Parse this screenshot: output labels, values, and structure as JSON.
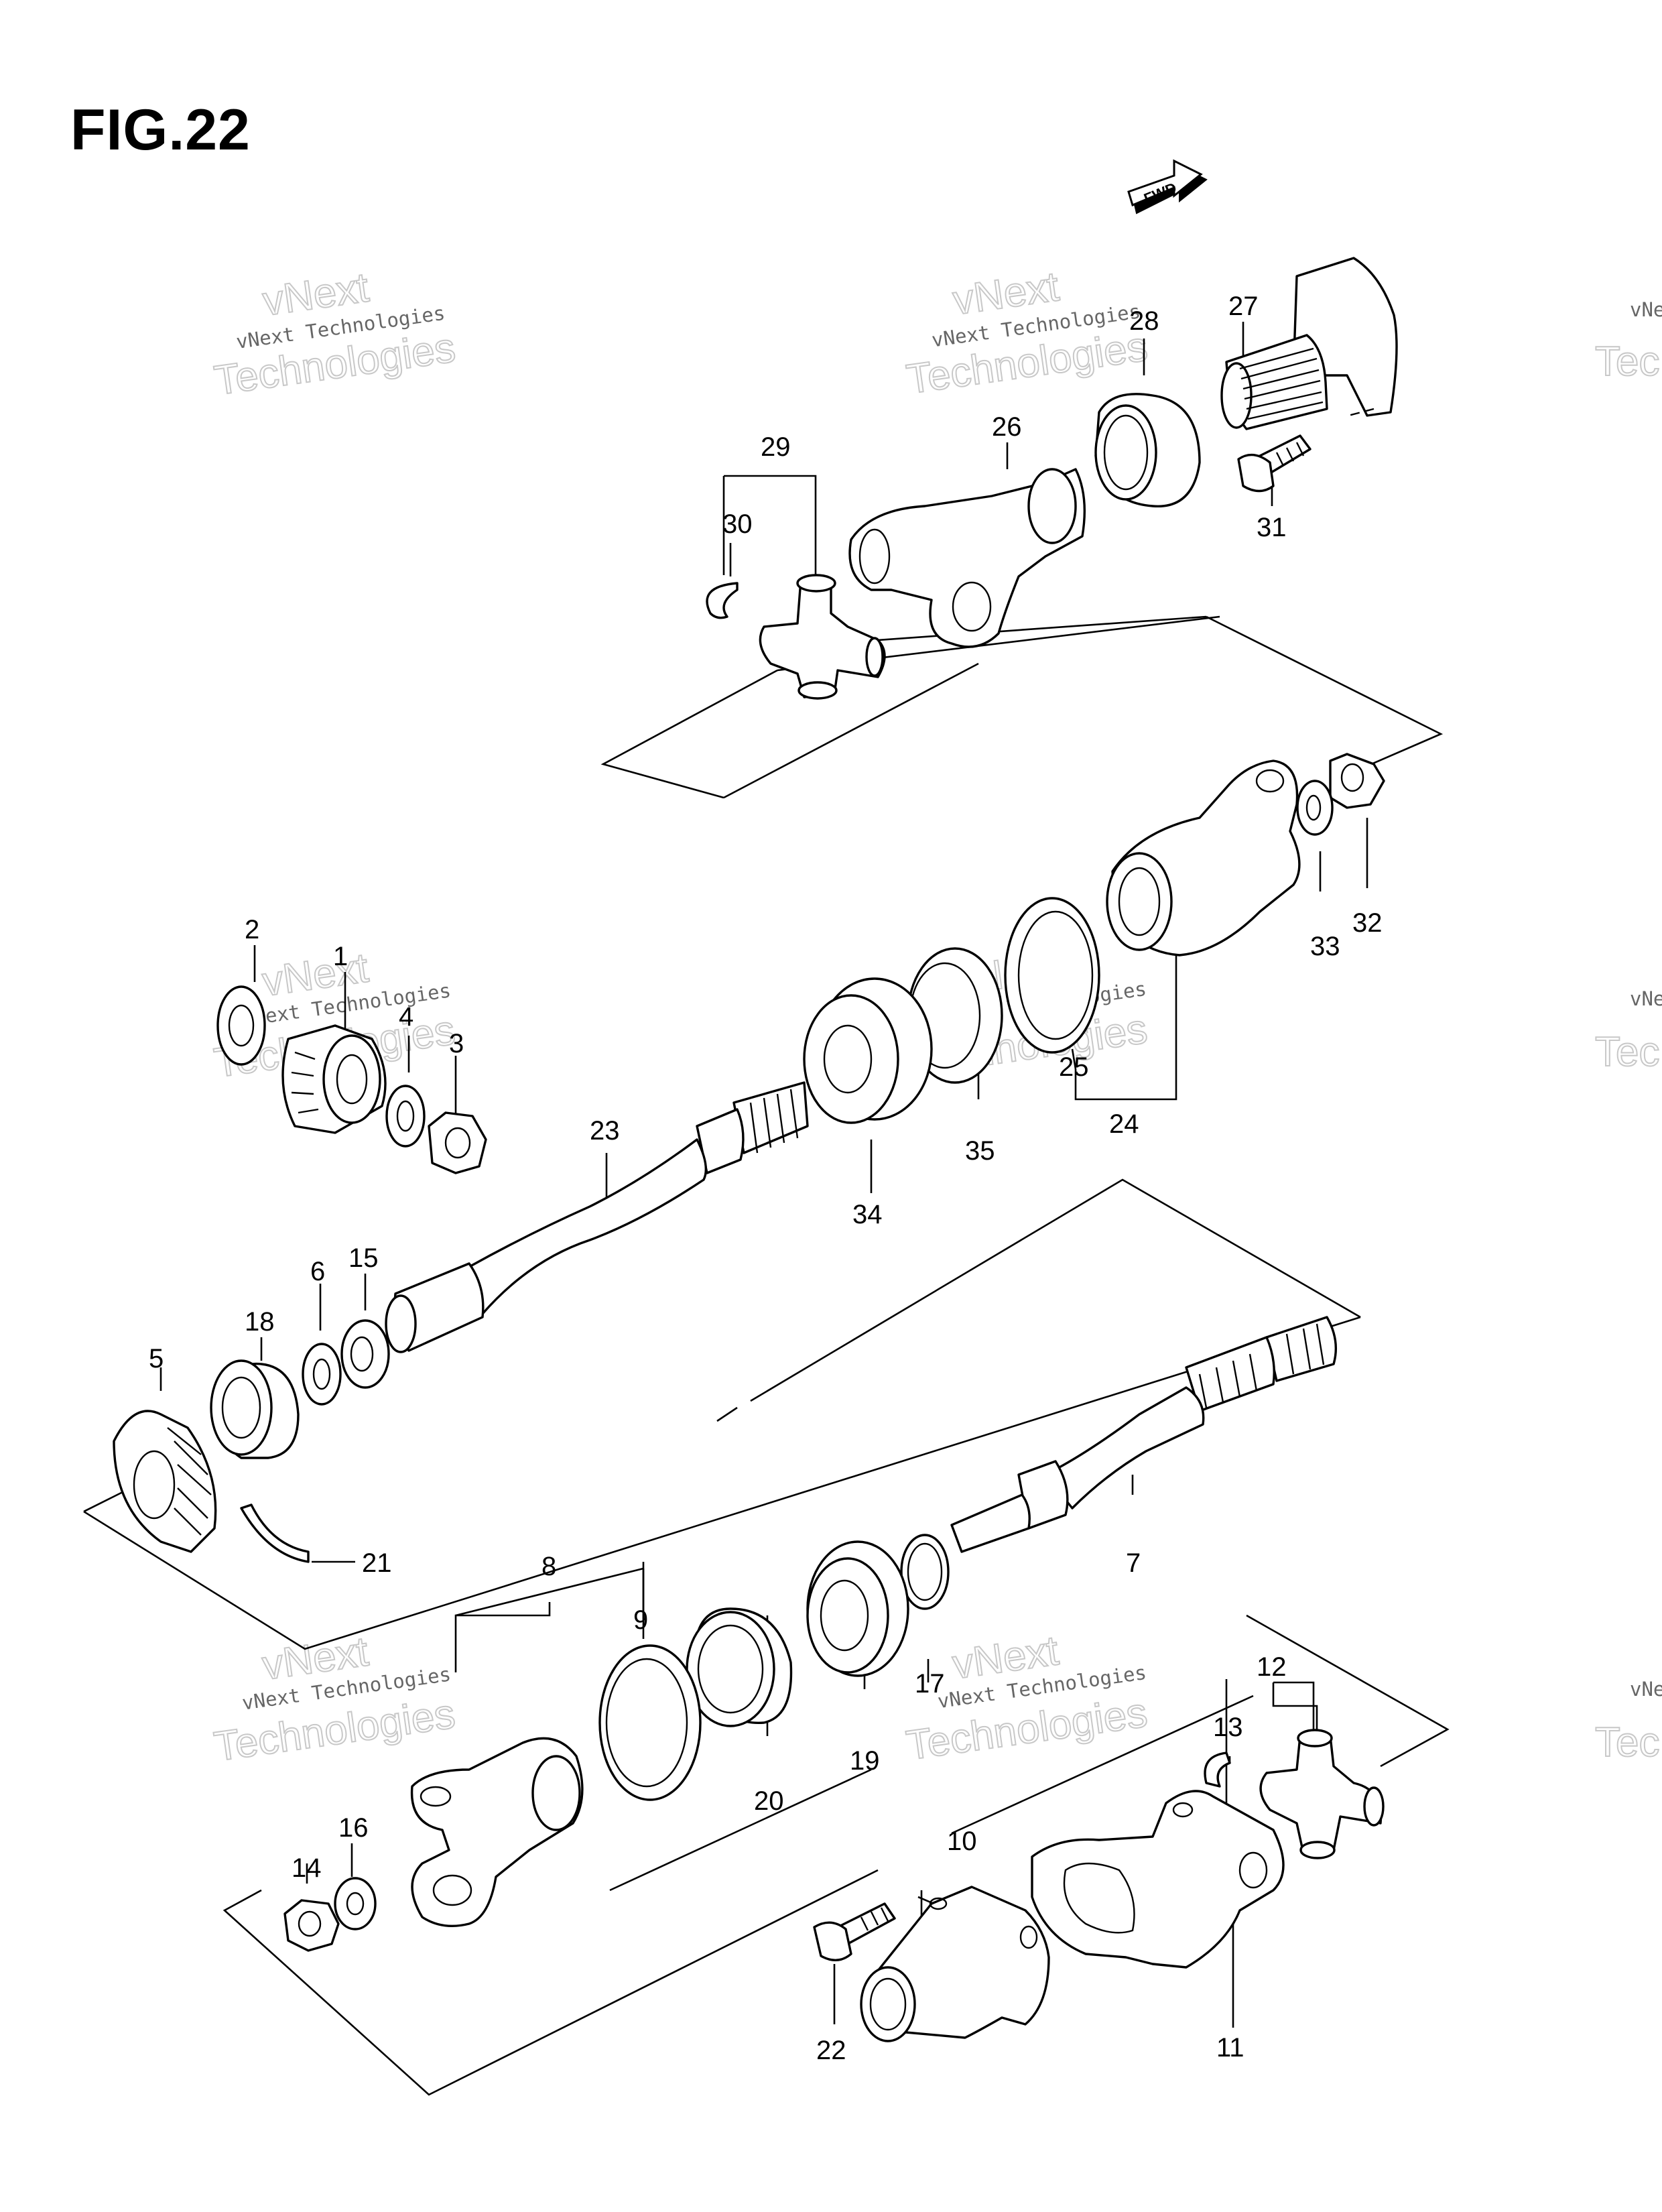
{
  "figure": {
    "title": "FIG.22"
  },
  "direction_badge": {
    "label": "FWD"
  },
  "watermark": {
    "line1": "vNext",
    "line2": "vNext Technologies",
    "line3": "Technologies"
  },
  "parts": [
    "1",
    "2",
    "3",
    "4",
    "5",
    "6",
    "7",
    "8",
    "9",
    "10",
    "11",
    "12",
    "13",
    "14",
    "15",
    "16",
    "17",
    "18",
    "19",
    "20",
    "21",
    "22",
    "23",
    "24",
    "25",
    "26",
    "27",
    "28",
    "29",
    "30",
    "31",
    "32",
    "33",
    "34",
    "35"
  ]
}
